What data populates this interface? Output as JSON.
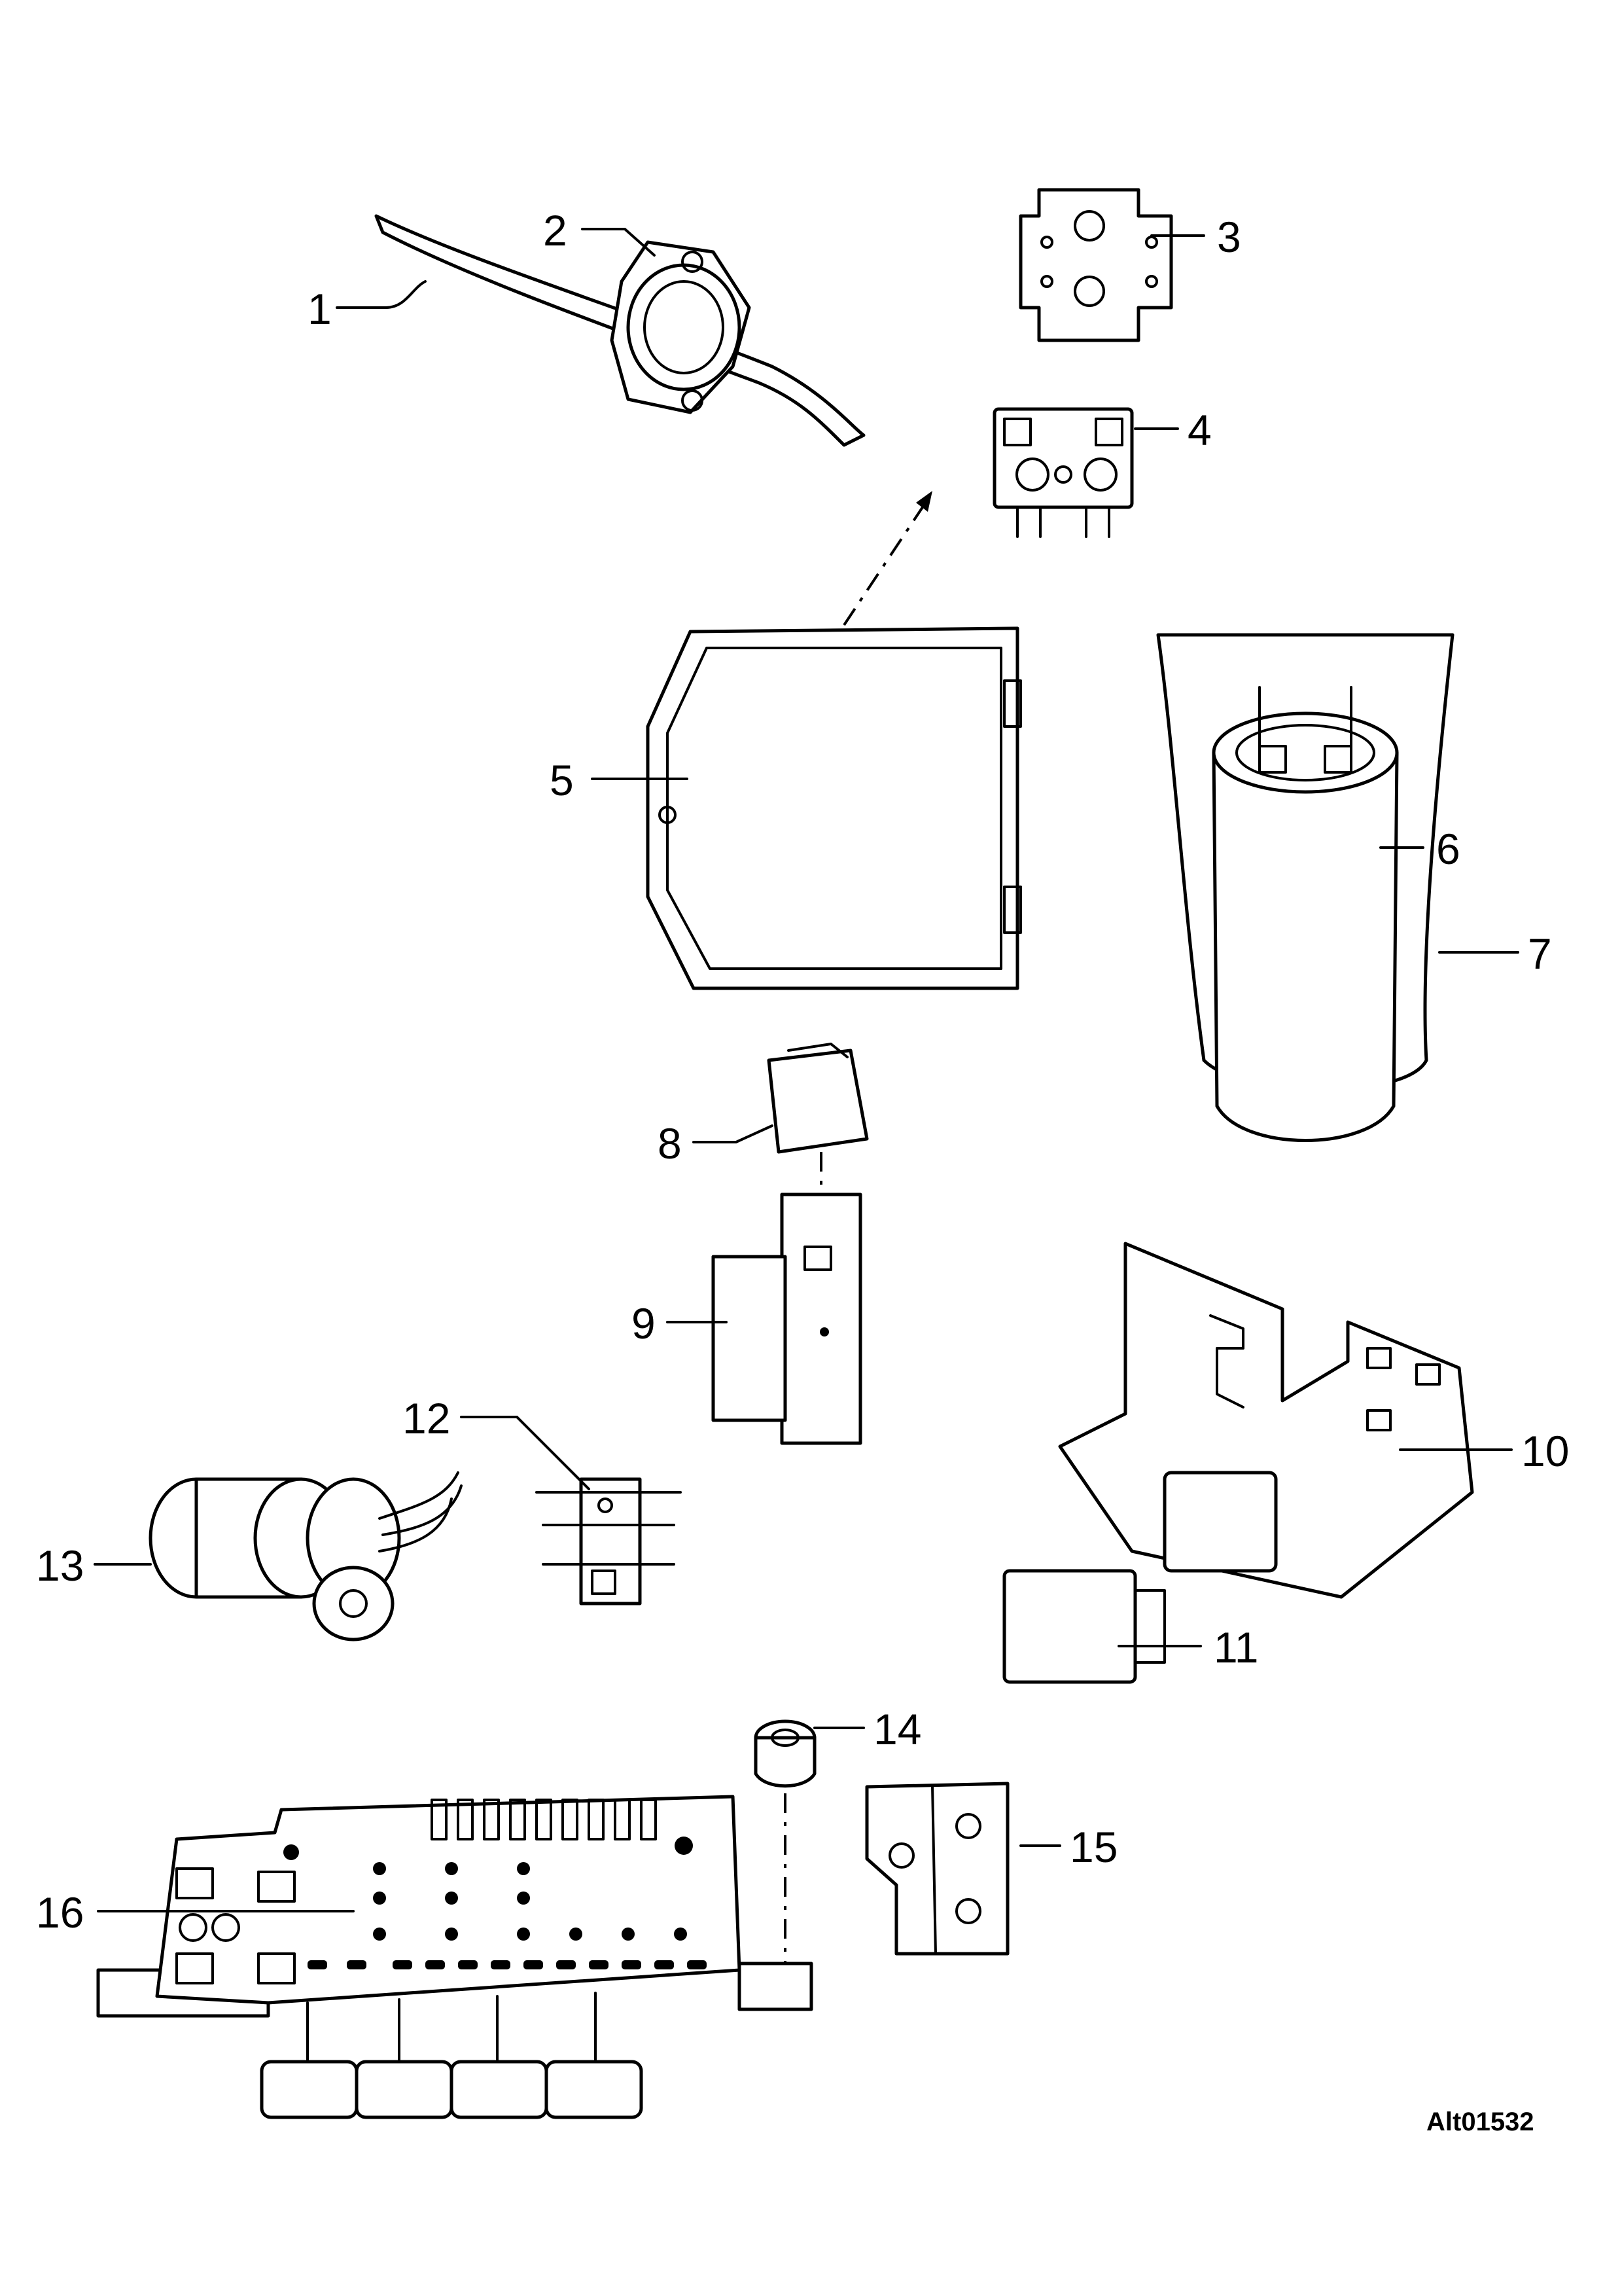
{
  "diagram": {
    "reference_code": "Alt01532",
    "callouts": [
      "1",
      "2",
      "3",
      "4",
      "5",
      "6",
      "7",
      "8",
      "9",
      "10",
      "11",
      "12",
      "13",
      "14",
      "15",
      "16"
    ]
  },
  "colors": {
    "ink": "#000000",
    "paper": "#ffffff"
  }
}
